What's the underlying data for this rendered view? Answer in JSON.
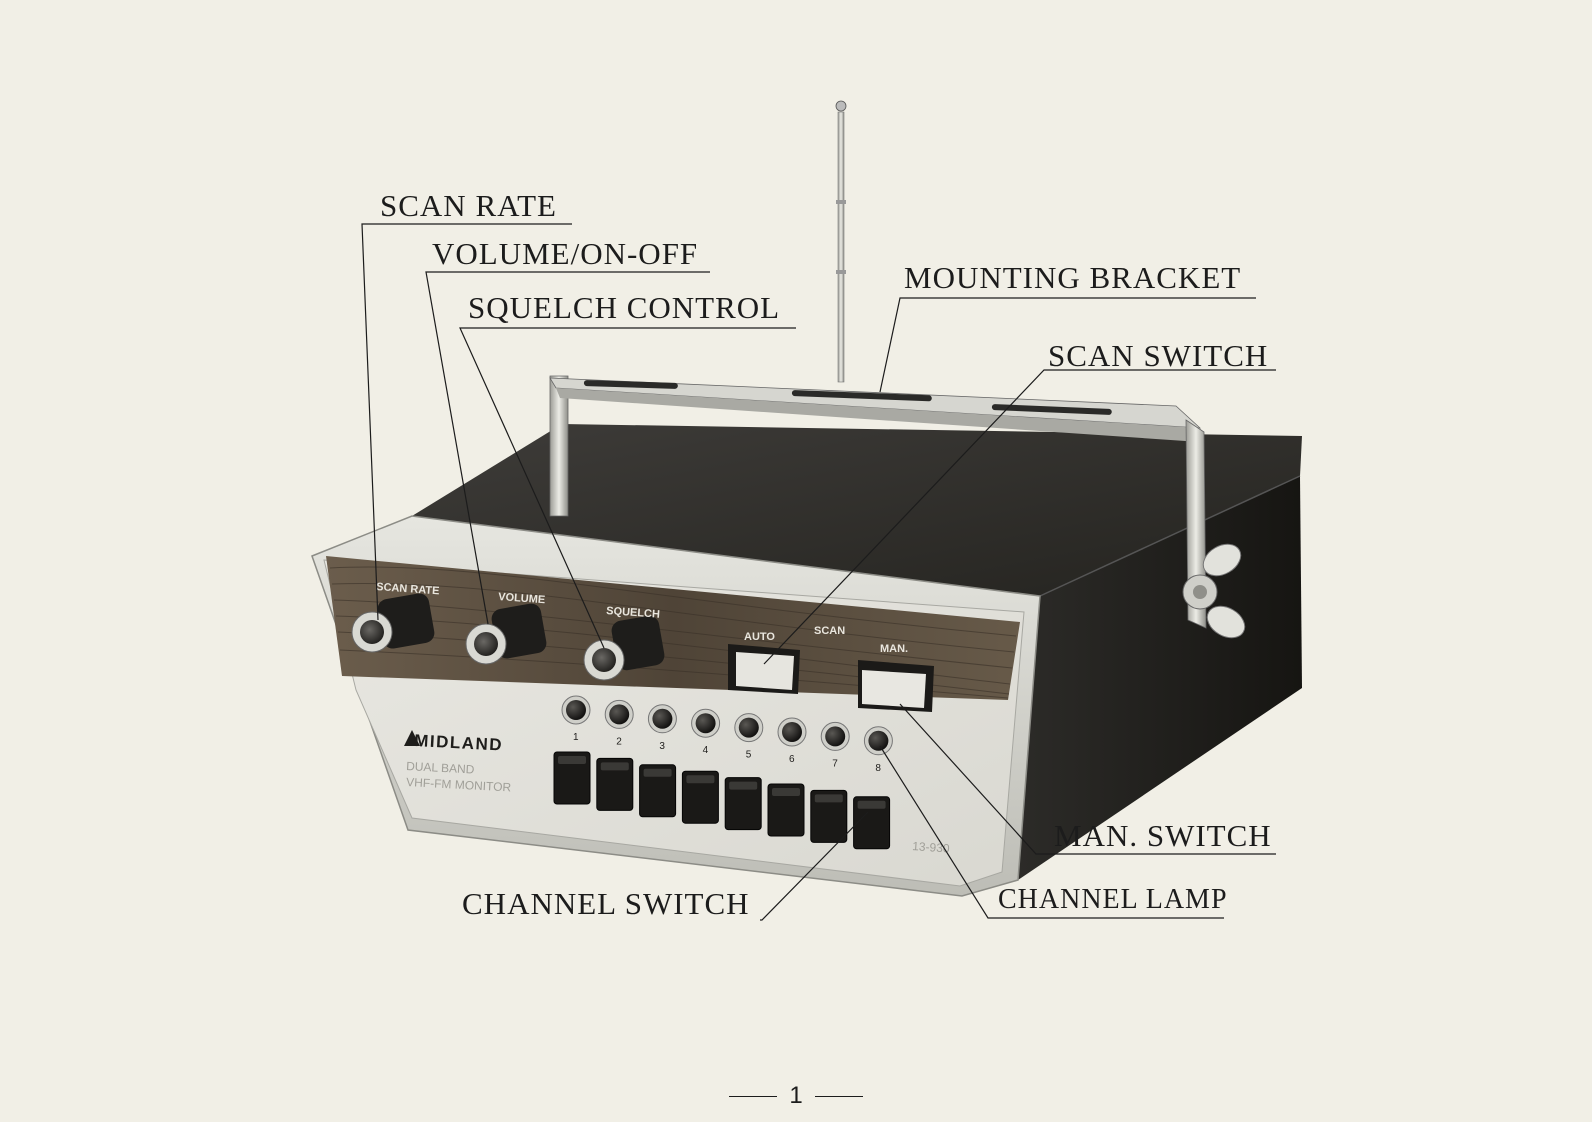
{
  "callouts": {
    "scan_rate": "SCAN RATE",
    "volume_on_off": "VOLUME/ON-OFF",
    "squelch_control": "SQUELCH CONTROL",
    "mounting_bracket": "MOUNTING BRACKET",
    "scan_switch": "SCAN SWITCH",
    "man_switch": "MAN. SWITCH",
    "channel_switch": "CHANNEL SWITCH",
    "channel_lamp": "CHANNEL LAMP"
  },
  "device": {
    "brand": "MIDLAND",
    "line1": "DUAL BAND",
    "line2": "VHF-FM MONITOR",
    "model": "13-930",
    "knob_labels": [
      "SCAN RATE",
      "VOLUME",
      "SQUELCH"
    ],
    "scan_label": "SCAN",
    "auto_label": "AUTO",
    "man_label": "MAN.",
    "channels": [
      "1",
      "2",
      "3",
      "4",
      "5",
      "6",
      "7",
      "8"
    ]
  },
  "page_number": "1",
  "colors": {
    "paper": "#f1efe6",
    "ink": "#1c1c1c",
    "housing_dark": "#2e2d2b",
    "woodgrain": "#5a4e40",
    "chrome": "#cfcfc9"
  }
}
